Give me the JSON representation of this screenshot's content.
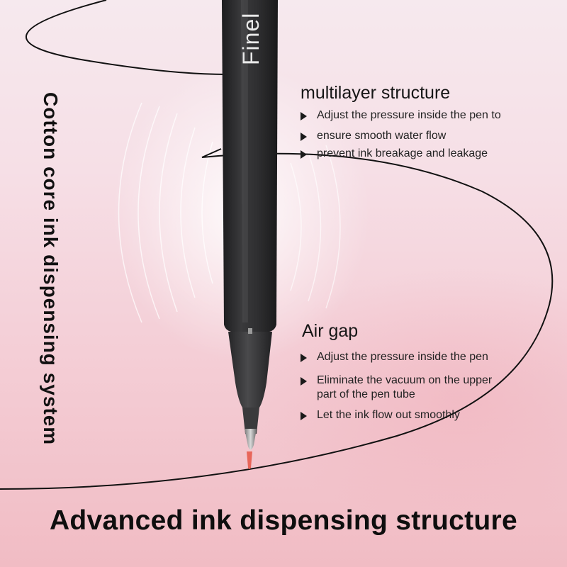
{
  "product": {
    "brand_text": "Finel"
  },
  "vertical_title": "Cotton core ink dispensing system",
  "sections": {
    "multilayer": {
      "heading": "multilayer structure",
      "bullets": [
        "Adjust the pressure inside the pen to",
        "ensure smooth water flow",
        "prevent ink breakage and leakage"
      ]
    },
    "air_gap": {
      "heading": "Air gap",
      "bullets": [
        "Adjust the pressure inside the pen",
        "Eliminate the vacuum on the upper",
        "part of the pen tube",
        "Let the ink flow out smoothly"
      ]
    }
  },
  "bottom_title": "Advanced ink dispensing structure",
  "colors": {
    "pen_body": "#2b2b2d",
    "tip": "#e8665a",
    "background_top": "#f6e9ee",
    "background_bottom": "#f1bcc4"
  }
}
